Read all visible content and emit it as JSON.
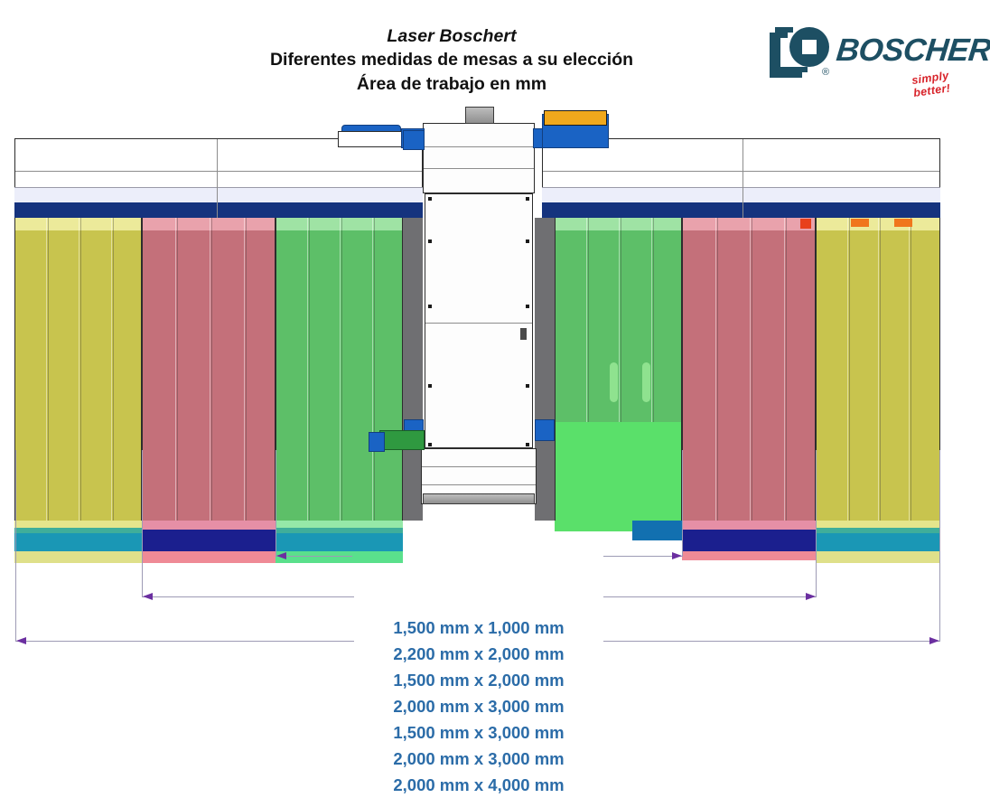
{
  "header": {
    "title_line1": "Laser Boschert",
    "title_line2": "Diferentes medidas de mesas a su elección",
    "title_line3": "Área de trabajo en mm"
  },
  "logo": {
    "wordmark": "BOSCHERT",
    "tagline": "simply better!",
    "registered": "®",
    "mark_color": "#1d4f63",
    "tagline_color": "#d8232a"
  },
  "dimensions": {
    "text_color": "#2b6ca8",
    "items": [
      "1,500 mm x 1,000 mm",
      "2,200 mm x 2,000 mm",
      "1,500 mm x 2,000 mm",
      "2,000 mm x 3,000 mm",
      "1,500 mm x 3,000 mm",
      "2,000 mm x 3,000 mm",
      "2,000 mm x 4,000 mm"
    ]
  },
  "diagram": {
    "view": "front elevation of laser cutting machine with interchangeable tables",
    "zone_colors": {
      "yellow": "#c8c44e",
      "red": "#c4707a",
      "green": "#5dbf68",
      "navy_band": "#15337e",
      "lavender_band": "#eceefa",
      "machine_body": "#fdfdfd",
      "accent_blue": "#1a63c4",
      "accent_orange": "#f0a81c",
      "dimension_line": "#9d9bb5",
      "arrow": "#6b2fa0"
    },
    "zones": [
      {
        "side": "left",
        "color": "yellow"
      },
      {
        "side": "left",
        "color": "red"
      },
      {
        "side": "left",
        "color": "green"
      },
      {
        "side": "right",
        "color": "green"
      },
      {
        "side": "right",
        "color": "red"
      },
      {
        "side": "right",
        "color": "yellow"
      }
    ]
  }
}
